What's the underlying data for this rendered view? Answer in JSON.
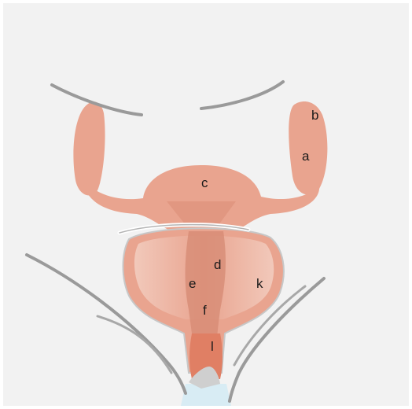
{
  "diagram": {
    "labels": {
      "a": "a",
      "b": "b",
      "c": "c",
      "d": "d",
      "e": "e",
      "f": "f",
      "k": "k",
      "l": "l"
    },
    "colors": {
      "background": "#f2f2f2",
      "tissue": "#e9a48f",
      "tissue_dark": "#d58a73",
      "tissue_light": "#f6d6c9",
      "bladder_inner": "#efb9a5",
      "outline_gray": "#9a9a9a",
      "urethra_light": "#d8ecf4"
    }
  }
}
